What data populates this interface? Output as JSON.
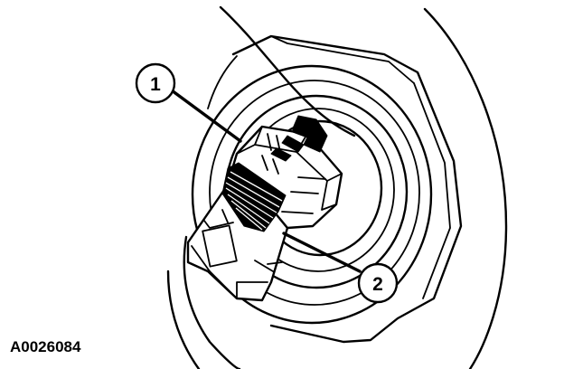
{
  "callouts": [
    {
      "label": "1"
    },
    {
      "label": "2"
    }
  ],
  "figure_code": "A0026084",
  "colors": {
    "ink": "#000000",
    "paper": "#ffffff"
  }
}
